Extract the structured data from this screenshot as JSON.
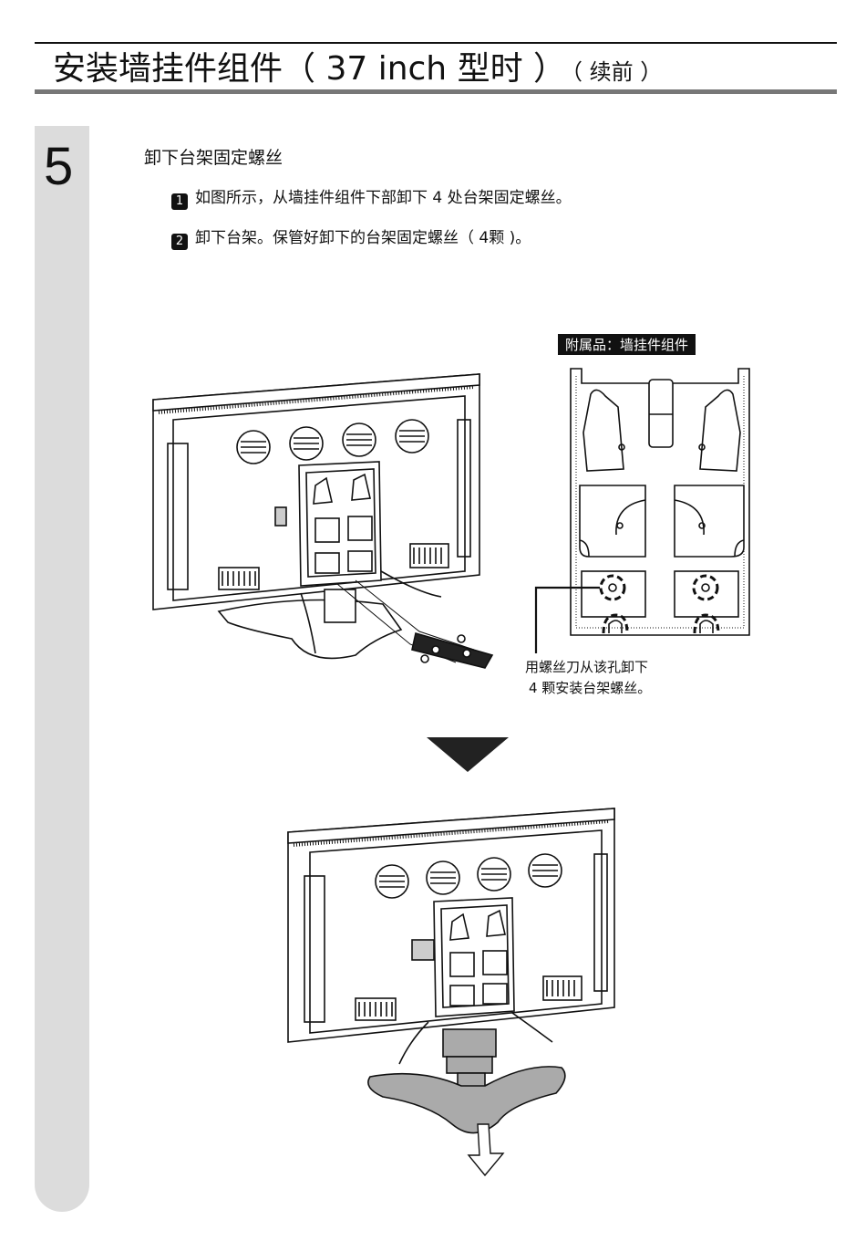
{
  "header": {
    "title": "安装墙挂件组件（ 37 inch 型时 ）",
    "title_suffix": "（ 续前 ）"
  },
  "step": {
    "number": "5",
    "heading": "卸下台架固定螺丝",
    "substeps": [
      {
        "badge": "1",
        "text": "如图所示，从墙挂件组件下部卸下 4 处台架固定螺丝。"
      },
      {
        "badge": "2",
        "text": "卸下台架。保管好卸下的台架固定螺丝（ 4颗 )。"
      }
    ]
  },
  "accessory": {
    "label": "附属品：墙挂件组件",
    "note_line1": "用螺丝刀从该孔卸下",
    "note_line2": "4 颗安装台架螺丝。"
  }
}
